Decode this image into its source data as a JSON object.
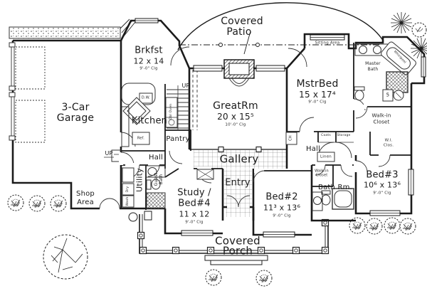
{
  "colors": {
    "ink": "#1b1b1b",
    "bg": "#ffffff"
  },
  "rooms": {
    "covered_patio": {
      "line1": "Covered",
      "line2": "Patio"
    },
    "brkfst": {
      "name": "Brkfst",
      "dims": "12 x 14",
      "clg": "9'-0\" Clg"
    },
    "garage": {
      "line1": "3-Car",
      "line2": "Garage"
    },
    "kitchen": {
      "name": "Kitchen"
    },
    "pantry": {
      "name": "Pantry"
    },
    "greatrm": {
      "name": "GreatRm",
      "dims": "20 x 15⁵",
      "clg": "10'-0\" Clg"
    },
    "mstrbed": {
      "name": "MstrBed",
      "dims": "15 x 17⁴",
      "clg": "9'-0\" Clg"
    },
    "sitting_area": {
      "name": "Sitting Area"
    },
    "master_bath": {
      "line1": "Master",
      "line2": "Bath"
    },
    "walkin_closet_master": {
      "line1": "Walk-in",
      "line2": "Closet"
    },
    "hall_right": {
      "name": "Hall"
    },
    "hall_left": {
      "name": "Hall"
    },
    "gallery": {
      "name": "Gallery"
    },
    "entry": {
      "name": "Entry"
    },
    "study_bed4": {
      "line1": "Study /",
      "line2": "Bed#4",
      "dims": "11 x 12",
      "clg": "9'-0\" Clg"
    },
    "bed2": {
      "name": "Bed#2",
      "dims": "11³ x 13⁶",
      "clg": "9'-0\" Clg"
    },
    "bed3": {
      "name": "Bed#3",
      "dims": "10⁶ x 13⁶",
      "clg": "9'-0\" Clg"
    },
    "bath_rm": {
      "name": "Bath Rm."
    },
    "walkin_closet_bed2": {
      "line1": "Walk-in",
      "line2": "Closet"
    },
    "wi_clos_bed3": {
      "line1": "W.I.",
      "line2": "Clos."
    },
    "linen": {
      "name": "Linen"
    },
    "coats": {
      "name": "Coats"
    },
    "storage": {
      "name": "Storage"
    },
    "utility": {
      "name": "Utility"
    },
    "guest_bath": {
      "line1": "Guest",
      "line2": "Bath"
    },
    "shop_area": {
      "line1": "Shop",
      "line2": "Area"
    },
    "covered_porch": {
      "line1": "Covered",
      "line2": "Porch"
    }
  },
  "fixtures": {
    "dishwasher": "D.W.",
    "refrigerator": "Ref.",
    "double_oven": "Dbl Oven",
    "whirlpool": "Whirlpool",
    "dryer": "Dry",
    "washer": "Wash",
    "chase": "CH",
    "shelf": "5",
    "stairs_up_main": "UP",
    "stairs_up_back": "UP"
  }
}
